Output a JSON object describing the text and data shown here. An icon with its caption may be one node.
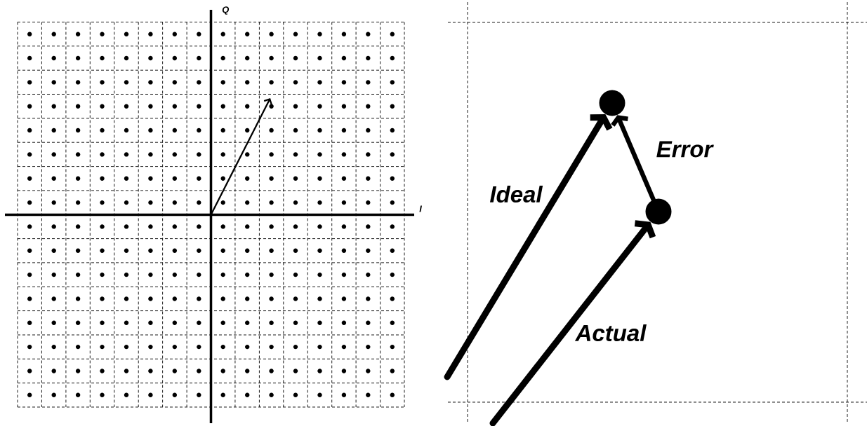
{
  "diagram": {
    "nodes": [
      {
        "text": [],
        "shape": "circle"
      },
      {
        "text": [],
        "shape": "circle"
      }
    ],
    "edges": [
      {
        "from": null,
        "to": 0,
        "arrow": "to",
        "label": "Ideal"
      },
      {
        "from": null,
        "to": 1,
        "arrow": "to",
        "label": "Actual"
      },
      {
        "from": 1,
        "to": 0,
        "arrow": "to",
        "label": "Error"
      }
    ],
    "labels": [
      "Q",
      "I"
    ]
  }
}
